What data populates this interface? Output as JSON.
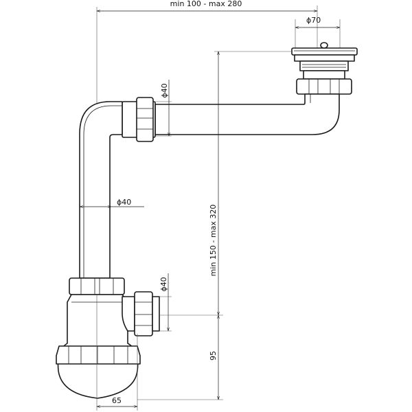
{
  "dimensions": {
    "top_width": "min 100 - max 280",
    "strainer_diameter": "ϕ70",
    "elbow_diameter": "ϕ40",
    "pipe_diameter": "ϕ40",
    "outlet_diameter": "ϕ40",
    "height_range": "min 150 - max 320",
    "outlet_height": "95",
    "trap_offset": "65"
  }
}
